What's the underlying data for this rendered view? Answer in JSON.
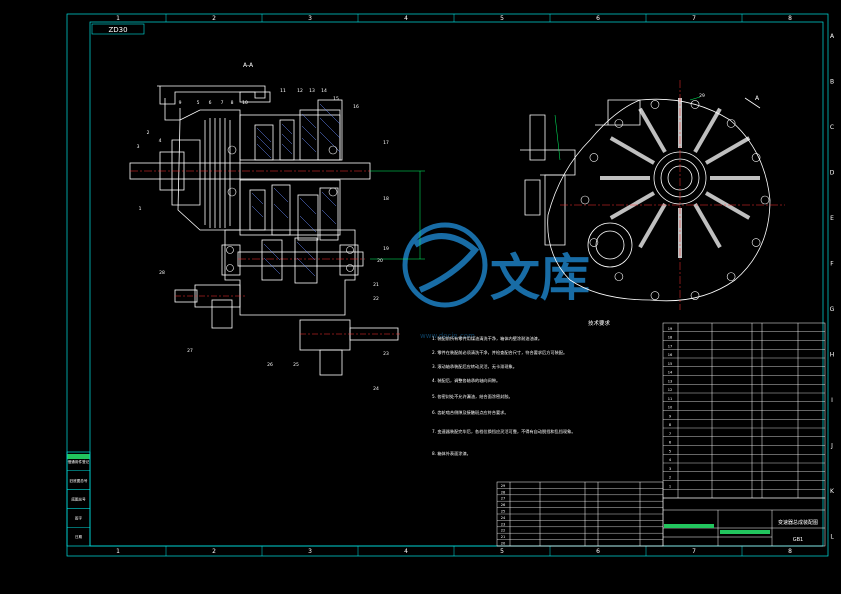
{
  "colors": {
    "background": "#000000",
    "frame": "#00e5e5",
    "drawing": "#ffffff",
    "dimension": "#00ff66",
    "centerline": "#ff3030",
    "hatch": "#6a8cff",
    "title_block_green": "#22c55e",
    "watermark": "#1d7fc2"
  },
  "sheet": {
    "code": "ZD30",
    "columns": [
      "1",
      "2",
      "3",
      "4",
      "5",
      "6",
      "7",
      "8"
    ],
    "rows": [
      "A",
      "B",
      "C",
      "D",
      "E",
      "F",
      "G",
      "H",
      "I",
      "J",
      "K",
      "L"
    ]
  },
  "views": {
    "section_mark": "A-A",
    "side_view_mark": "A",
    "tech_req_title": "技术要求"
  },
  "balloons_left": [
    "1",
    "2",
    "3",
    "4",
    "5",
    "6",
    "7",
    "8",
    "9",
    "10",
    "11",
    "12",
    "13",
    "14",
    "15",
    "16",
    "17",
    "18",
    "19",
    "20",
    "21",
    "22",
    "23",
    "24",
    "25",
    "26",
    "27",
    "28"
  ],
  "balloons_right": [
    "29"
  ],
  "tech_notes": [
    "1. 装配前所有零件用煤油清洗干净，箱体内壁涂耐油油漆。",
    "2. 零件在装配前必须清洗干净，并检查配合尺寸，符合要求后方可装配。",
    "3. 滚动轴承装配后应转动灵活，无卡滞现象。",
    "4. 装配后，调整各轴承的轴向间隙。",
    "5. 各密封处不允许漏油，结合面涂密封胶。",
    "6. 齿轮啮合侧隙及接触斑点应符合要求。",
    "7. 变速器装配完毕后，各档位换挡应灵活可靠，不得有自动脱挡和乱挡现象。",
    "8. 箱体外表面涂漆。"
  ],
  "watermark": {
    "text": "文库",
    "sub": "www.docin.com"
  },
  "parts_rows": [
    "19",
    "18",
    "17",
    "16",
    "15",
    "14",
    "13",
    "12",
    "11",
    "10",
    "9",
    "8",
    "7",
    "6",
    "5",
    "4",
    "3",
    "2",
    "1"
  ],
  "bottom_rows": [
    "29",
    "28",
    "27",
    "26",
    "25",
    "24",
    "23",
    "22",
    "21",
    "20"
  ],
  "title_block": {
    "name": "变速器总成装配图",
    "drawing_no": "GB1"
  },
  "left_stamp": [
    "借通用件登记",
    "旧底图总号",
    "底图总号",
    "签字",
    "日期"
  ]
}
